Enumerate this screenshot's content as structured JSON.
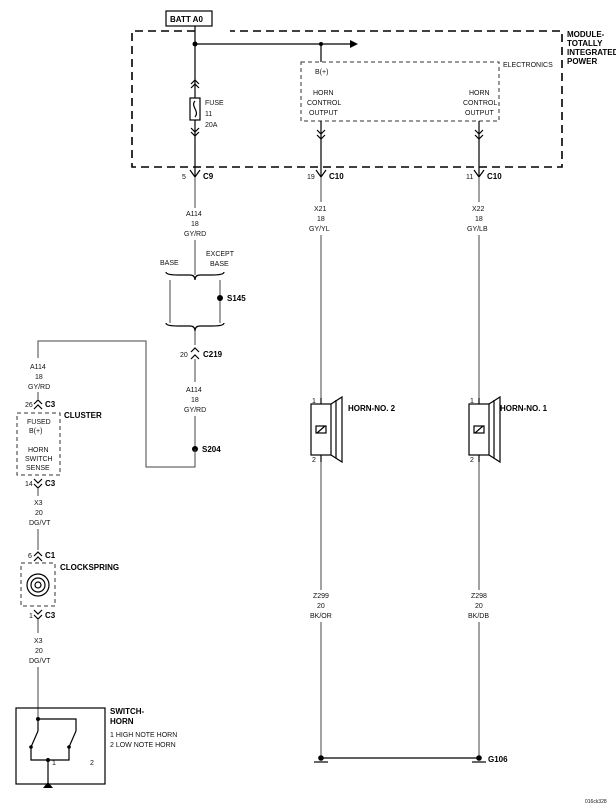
{
  "batt": "BATT A0",
  "module": [
    "MODULE-",
    "TOTALLY",
    "INTEGRATED",
    "POWER"
  ],
  "electronics": "ELECTRONICS",
  "bplus": "B(+)",
  "fuse": [
    "FUSE",
    "11",
    "20A"
  ],
  "horn_control": [
    "HORN",
    "CONTROL",
    "OUTPUT"
  ],
  "c9": {
    "pin": "5",
    "name": "C9"
  },
  "c10a": {
    "pin": "19",
    "name": "C10"
  },
  "c10b": {
    "pin": "11",
    "name": "C10"
  },
  "wire_a114": [
    "A114",
    "18",
    "GY/RD"
  ],
  "wire_x21": [
    "X21",
    "18",
    "GY/YL"
  ],
  "wire_x22": [
    "X22",
    "18",
    "GY/LB"
  ],
  "base": "BASE",
  "except_base": [
    "EXCEPT",
    "BASE"
  ],
  "s145": "S145",
  "c219": {
    "pin": "20",
    "name": "C219"
  },
  "s204": "S204",
  "cluster": "CLUSTER",
  "c3_top": {
    "pin": "26",
    "name": "C3"
  },
  "cluster_text": [
    "FUSED",
    "B(+)",
    "HORN",
    "SWITCH",
    "SENSE"
  ],
  "c3_mid": {
    "pin": "14",
    "name": "C3"
  },
  "wire_x3": [
    "X3",
    "20",
    "DG/VT"
  ],
  "c1": {
    "pin": "6",
    "name": "C1"
  },
  "clockspring": "CLOCKSPRING",
  "c3_low": {
    "pin": "1",
    "name": "C3"
  },
  "horn2": "HORN-NO. 2",
  "horn1": "HORN-NO. 1",
  "pin1": "1",
  "pin2": "2",
  "wire_z299": [
    "Z299",
    "20",
    "BK/OR"
  ],
  "wire_z298": [
    "Z298",
    "20",
    "BK/DB"
  ],
  "g106": "G106",
  "switch_horn": [
    "SWITCH-",
    "HORN"
  ],
  "switch_notes": [
    "1 HIGH NOTE HORN",
    "2 LOW NOTE HORN"
  ],
  "sw_pin1": "1",
  "sw_pin2": "2",
  "figure_code": "016ck328"
}
